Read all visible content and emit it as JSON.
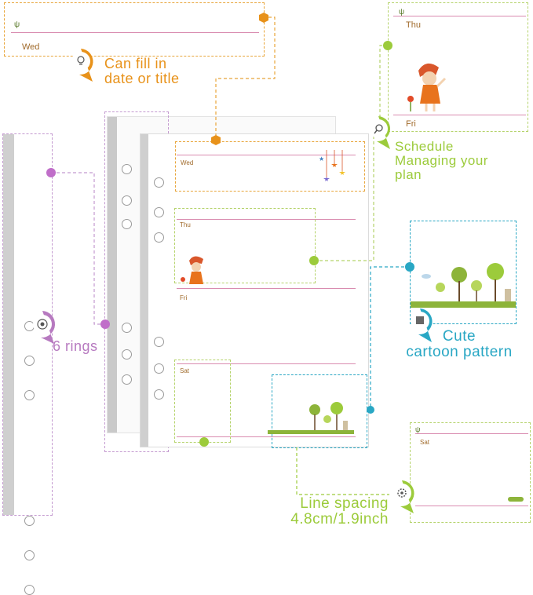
{
  "callouts": {
    "fill_date": "Can fill in\ndate or title",
    "schedule": "Schedule\nManaging your\nplan",
    "rings": "6 rings",
    "cartoon": "Cute\ncartoon pattern",
    "spacing": "Line spacing\n4.8cm/1.9inch"
  },
  "days": {
    "wed": "Wed",
    "thu": "Thu",
    "fri": "Fri",
    "sat": "Sat"
  },
  "colors": {
    "orange": "#e8921a",
    "lime": "#9ccb3b",
    "purple": "#b77ac0",
    "teal": "#29a7c4",
    "rule": "#d98cb0"
  },
  "icons": {
    "fill_date": "lightbulb-icon",
    "schedule": "magnifier-icon",
    "rings": "target-icon",
    "cartoon": "stamp-icon",
    "spacing": "gear-icon"
  }
}
